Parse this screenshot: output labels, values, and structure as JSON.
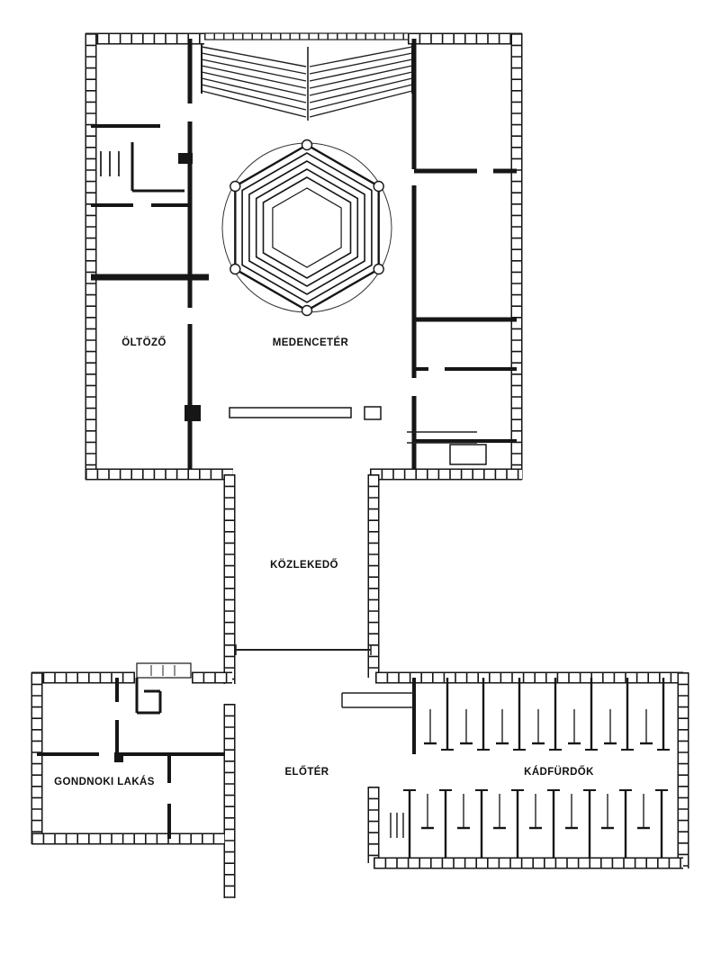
{
  "rooms": {
    "oltozo": {
      "label": "ÖLTÖZŐ"
    },
    "medenceter": {
      "label": "MEDENCETÉR"
    },
    "kozlekedo": {
      "label": "KÖZLEKEDŐ"
    },
    "gondnoki_lakas": {
      "label": "GONDNOKI LAKÁS"
    },
    "eloter": {
      "label": "ELŐTÉR"
    },
    "kadfurdok": {
      "label": "KÁDFÜRDŐK"
    }
  },
  "colors": {
    "ink": "#161616",
    "paper": "#ffffff"
  }
}
